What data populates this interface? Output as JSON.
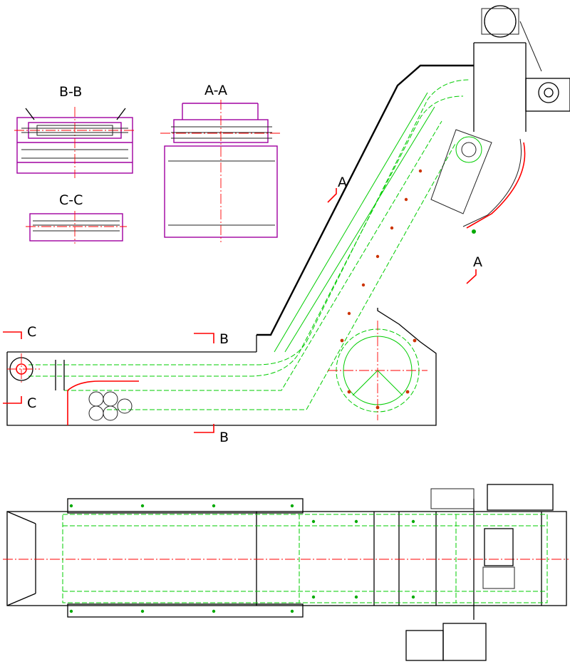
{
  "section_labels": {
    "aa_title": "A-A",
    "bb_title": "B-B",
    "cc_title": "C-C",
    "a_marker_top": "A",
    "a_marker_right": "A",
    "b_marker_top": "B",
    "b_marker_bottom": "B",
    "c_marker_top": "C",
    "c_marker_bottom": "C"
  },
  "colors": {
    "outline": "#000000",
    "hidden_lines": "#00cc00",
    "center_lines": "#ff0000",
    "section_frames": "#a000a0"
  }
}
